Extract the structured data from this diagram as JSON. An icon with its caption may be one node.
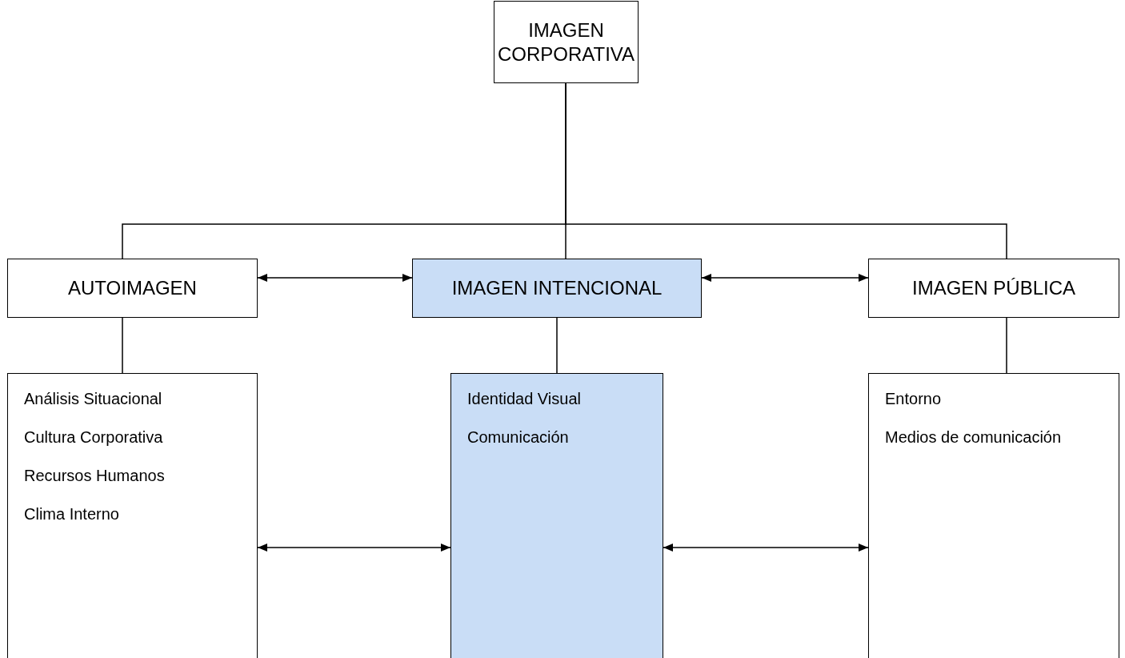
{
  "diagram": {
    "nodes": [
      {
        "text": [
          "IMAGEN CORPORATIVA"
        ]
      },
      {
        "text": [
          "AUTOIMAGEN"
        ]
      },
      {
        "text": [
          "IMAGEN INTENCIONAL"
        ]
      },
      {
        "text": [
          "IMAGEN PÚBLICA"
        ]
      },
      {
        "text": [
          "Análisis Situacional",
          "Cultura Corporativa",
          "Recursos Humanos",
          "Clima Interno"
        ]
      },
      {
        "text": [
          "Identidad Visual",
          "Comunicación"
        ]
      },
      {
        "text": [
          "Entorno",
          "Medios de comunicación"
        ]
      }
    ],
    "edges": [
      {
        "from": 0,
        "to": 1,
        "arrow": "none"
      },
      {
        "from": 0,
        "to": 2,
        "arrow": "none"
      },
      {
        "from": 0,
        "to": 3,
        "arrow": "none"
      },
      {
        "from": 1,
        "to": 2,
        "arrow": "both"
      },
      {
        "from": 2,
        "to": 3,
        "arrow": "both"
      },
      {
        "from": 1,
        "to": 4,
        "arrow": "none"
      },
      {
        "from": 2,
        "to": 5,
        "arrow": "none"
      },
      {
        "from": 3,
        "to": 6,
        "arrow": "none"
      },
      {
        "from": 4,
        "to": 5,
        "arrow": "both"
      },
      {
        "from": 5,
        "to": 6,
        "arrow": "both"
      }
    ]
  }
}
